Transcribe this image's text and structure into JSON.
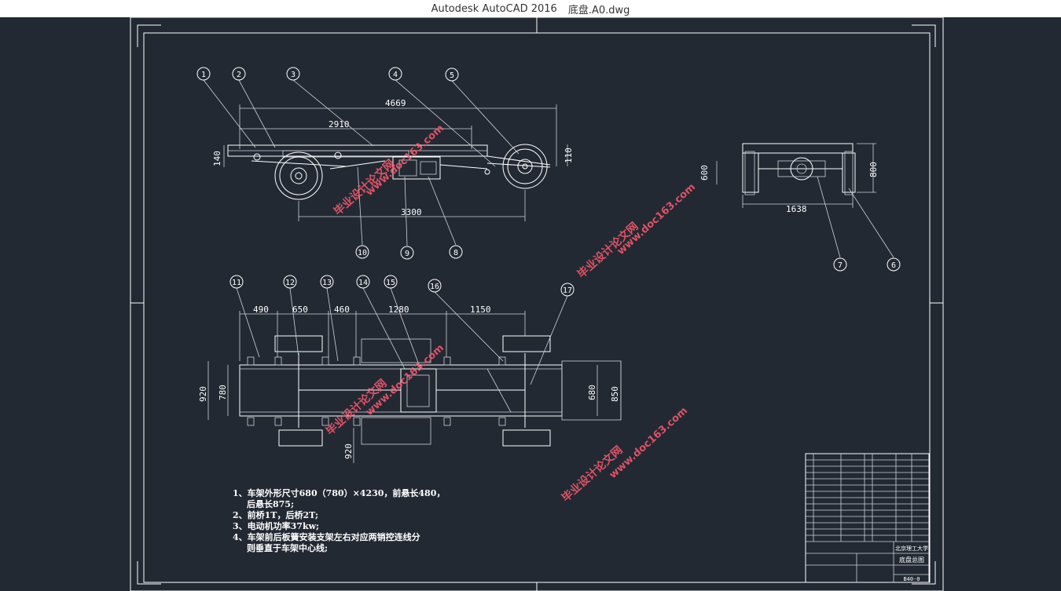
{
  "window": {
    "app_title": "Autodesk AutoCAD 2016",
    "file_name": "底盘.A0.dwg"
  },
  "drawing": {
    "dims_side": [
      "4669",
      "2910",
      "140",
      "110",
      "3300"
    ],
    "dims_rear": [
      "600",
      "800",
      "1638"
    ],
    "dims_top": [
      "490",
      "650",
      "460",
      "1280",
      "1150",
      "920",
      "780",
      "680",
      "850",
      "920"
    ],
    "balloons_side": [
      "1",
      "2",
      "3",
      "4",
      "5",
      "10",
      "9",
      "8"
    ],
    "balloons_rear": [
      "7",
      "6"
    ],
    "balloons_top": [
      "11",
      "12",
      "13",
      "14",
      "15",
      "16",
      "17"
    ],
    "notes": [
      "1、车架外形尺寸680（780）×4230，前悬长480，",
      "后悬长875;",
      "2、前桥1T，后桥2T;",
      "3、电动机功率37kw;",
      "4、车架前后板簧安装支架左右对应两销控连线分",
      "则垂直于车架中心线;"
    ],
    "title_block": {
      "school": "北京理工大学",
      "drawing_name": "底盘总图",
      "drawing_no": "B40-0"
    },
    "watermarks": [
      "毕业设计论文网",
      "www.doc163.com"
    ]
  }
}
